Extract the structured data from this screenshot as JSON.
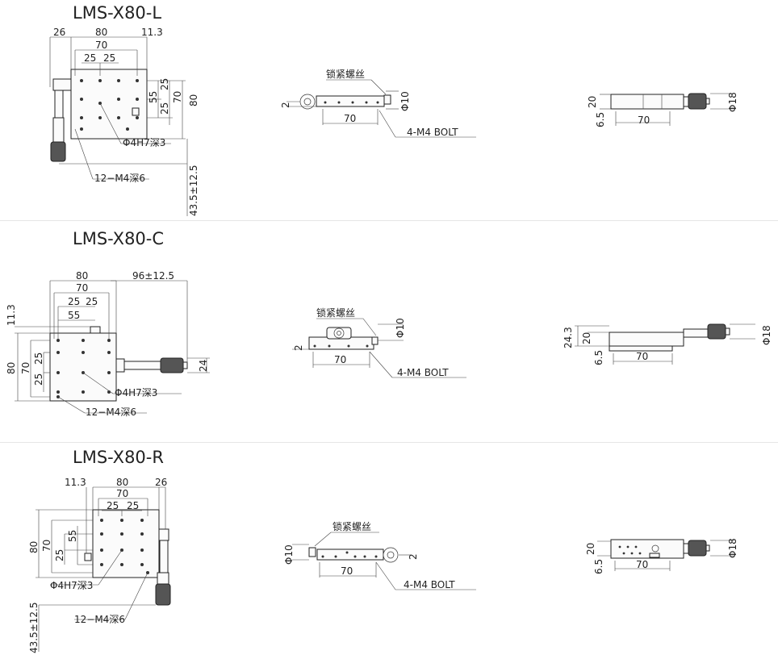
{
  "variants": [
    {
      "title": "LMS-X80-L",
      "top": {
        "dim_left": "26",
        "dim_width": "80",
        "dim_knob": "11.3",
        "dim_pitch": "70",
        "dim_25a": "25",
        "dim_25b": "25",
        "dim_v25": "25",
        "dim_v55": "55",
        "dim_v70": "70",
        "dim_v25b": "25",
        "dim_v80": "80",
        "dim_travel": "43.5±12.5",
        "hole_label": "Φ4H7深3",
        "thread_label": "12−M4深6"
      },
      "front": {
        "lock_label": "锁紧螺丝",
        "phi": "Φ10",
        "dim_2": "2",
        "dim_70": "70",
        "bolt": "4-M4 BOLT"
      },
      "side": {
        "dim_20": "20",
        "dim_65": "6.5",
        "dim_70": "70",
        "phi": "Φ18"
      }
    },
    {
      "title": "LMS-X80-C",
      "top": {
        "dim_width": "80",
        "dim_pitch": "70",
        "dim_25a": "25",
        "dim_25b": "25",
        "dim_55": "55",
        "dim_travel": "96±12.5",
        "dim_knob": "11.3",
        "dim_v80": "80",
        "dim_v70": "70",
        "dim_v25a": "25",
        "dim_v25b": "25",
        "dim_24": "24",
        "hole_label": "Φ4H7深3",
        "thread_label": "12−M4深6"
      },
      "front": {
        "lock_label": "锁紧螺丝",
        "phi": "Φ10",
        "dim_2": "2",
        "dim_70": "70",
        "bolt": "4-M4 BOLT"
      },
      "side": {
        "dim_243": "24.3",
        "dim_20": "20",
        "dim_65": "6.5",
        "dim_70": "70",
        "phi": "Φ18"
      }
    },
    {
      "title": "LMS-X80-R",
      "top": {
        "dim_knob": "11.3",
        "dim_width": "80",
        "dim_right": "26",
        "dim_pitch": "70",
        "dim_25a": "25",
        "dim_25b": "25",
        "dim_v80": "80",
        "dim_v70": "70",
        "dim_v25": "25",
        "dim_v55": "55",
        "dim_travel": "43.5±12.5",
        "hole_label": "Φ4H7深3",
        "thread_label": "12−M4深6"
      },
      "front": {
        "lock_label": "锁紧螺丝",
        "phi": "Φ10",
        "dim_2": "2",
        "dim_70": "70",
        "bolt": "4-M4 BOLT"
      },
      "side": {
        "dim_20": "20",
        "dim_65": "6.5",
        "dim_70": "70",
        "phi": "Φ18"
      }
    }
  ]
}
